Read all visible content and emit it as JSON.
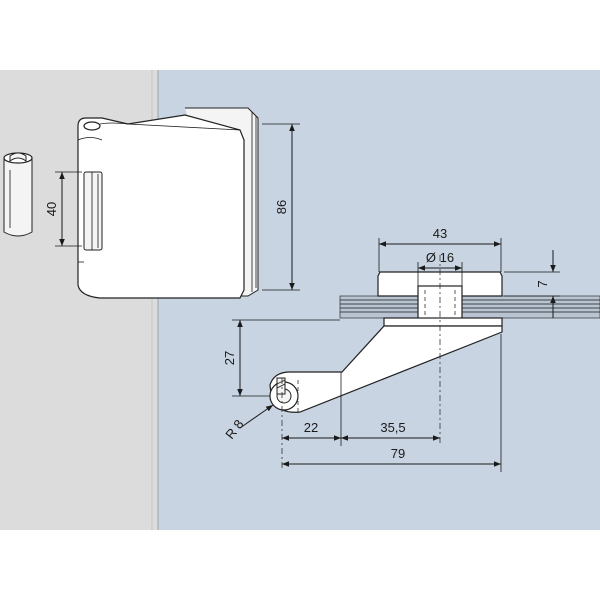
{
  "colors": {
    "wall": "#dcdcdc",
    "glass": "#c8d4e2",
    "line": "#1a1a1a",
    "part_fill": "#ffffff"
  },
  "dimensions": {
    "hinge_pin_spacing": "40",
    "hinge_height": "86",
    "cap_diameter": "43",
    "bore_diameter": "Ø 16",
    "cap_thickness": "7",
    "arm_drop": "27",
    "radius": "R 8",
    "pin_offset": "22",
    "center_distance": "35,5",
    "overall_length": "79"
  }
}
